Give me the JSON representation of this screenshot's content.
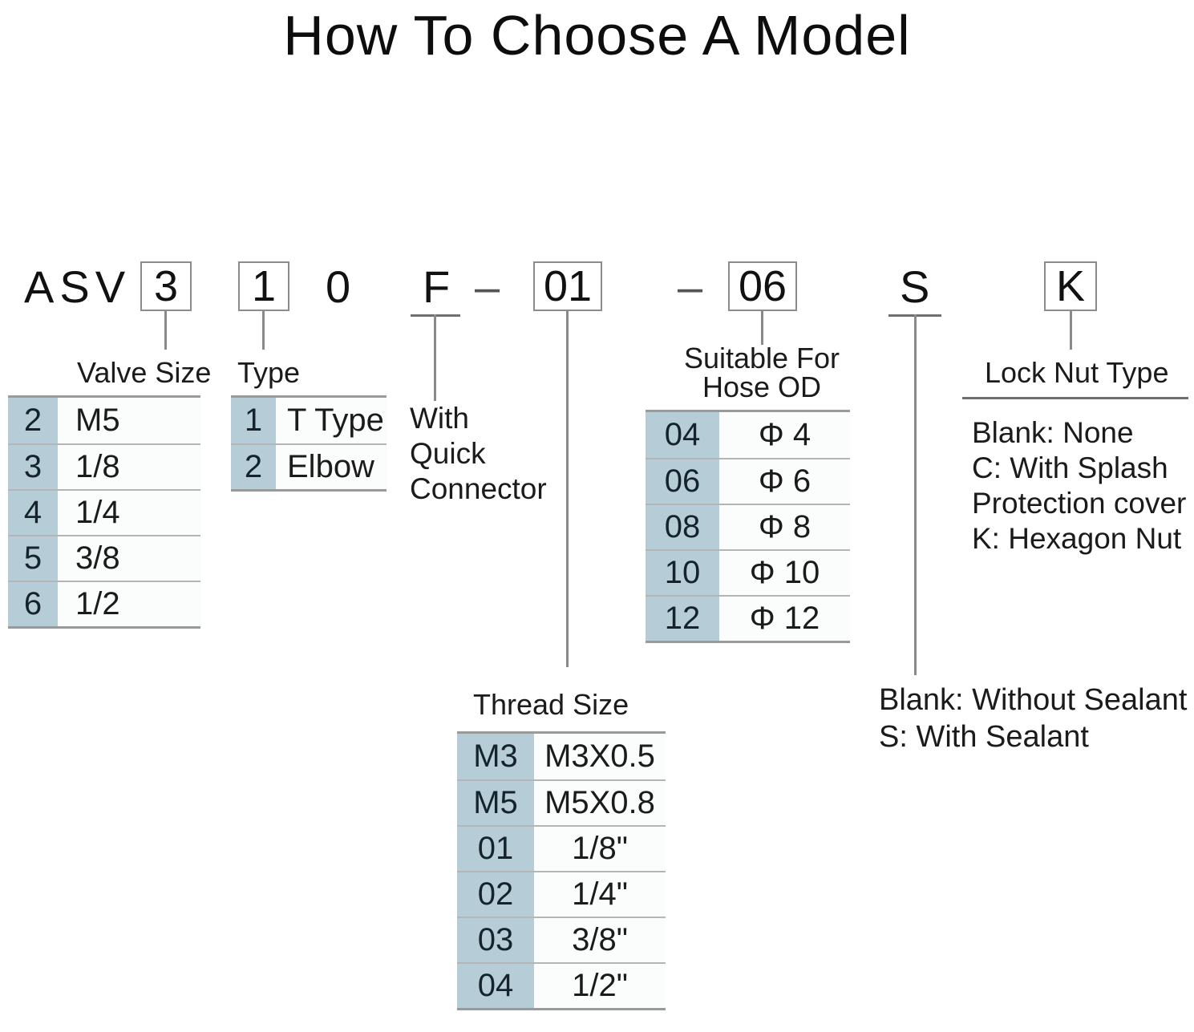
{
  "title": "How To Choose A Model",
  "model_code": {
    "prefix": "ASV",
    "valve_size_box": "3",
    "type_box": "1",
    "zero": "0",
    "quick_connector": "F",
    "dash1": "–",
    "thread_size_box": "01",
    "dash2": "–",
    "hose_od_box": "06",
    "sealant": "S",
    "lock_nut_box": "K"
  },
  "sections": {
    "valve_size": {
      "caption": "Valve Size",
      "rows": [
        {
          "key": "2",
          "value": "M5"
        },
        {
          "key": "3",
          "value": "1/8"
        },
        {
          "key": "4",
          "value": "1/4"
        },
        {
          "key": "5",
          "value": "3/8"
        },
        {
          "key": "6",
          "value": "1/2"
        }
      ]
    },
    "type": {
      "caption": "Type",
      "rows": [
        {
          "key": "1",
          "value": "T Type"
        },
        {
          "key": "2",
          "value": "Elbow"
        }
      ]
    },
    "quick_connector": {
      "line1": "With",
      "line2": "Quick",
      "line3": "Connector"
    },
    "hose_od": {
      "caption_line1": "Suitable For",
      "caption_line2": "Hose OD",
      "rows": [
        {
          "key": "04",
          "value": "Φ 4"
        },
        {
          "key": "06",
          "value": "Φ 6"
        },
        {
          "key": "08",
          "value": "Φ 8"
        },
        {
          "key": "10",
          "value": "Φ 10"
        },
        {
          "key": "12",
          "value": "Φ 12"
        }
      ]
    },
    "lock_nut": {
      "caption": "Lock Nut Type",
      "line1": "Blank: None",
      "line2": "C: With Splash",
      "line3": "Protection cover",
      "line4": "K: Hexagon Nut"
    },
    "sealant": {
      "line1": "Blank: Without Sealant",
      "line2": "S: With Sealant"
    },
    "thread_size": {
      "caption": "Thread Size",
      "rows": [
        {
          "key": "M3",
          "value": "M3X0.5"
        },
        {
          "key": "M5",
          "value": "M5X0.8"
        },
        {
          "key": "01",
          "value": "1/8\""
        },
        {
          "key": "02",
          "value": "1/4\""
        },
        {
          "key": "03",
          "value": "3/8\""
        },
        {
          "key": "04",
          "value": "1/2\""
        }
      ]
    }
  },
  "colors": {
    "highlight": "#b6cdd8",
    "rule": "#9a9a9a",
    "box_border": "#8c8c8c",
    "text": "#1b1b1b"
  }
}
